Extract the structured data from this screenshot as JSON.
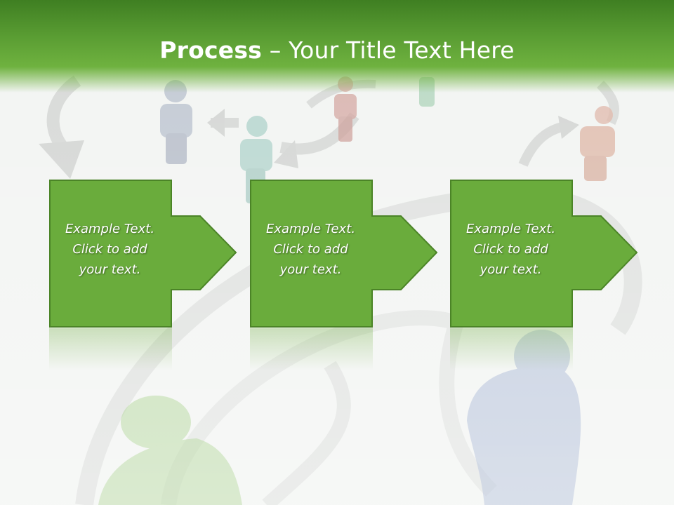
{
  "slide": {
    "title_bold": "Process",
    "title_rest": " – Your Title Text Here"
  },
  "colors": {
    "header_green": "#5a9d33",
    "box_green": "#6aac3c",
    "box_border": "#4b8427",
    "text": "#ffffff"
  },
  "steps": [
    {
      "text": "Example Text.\nClick  to add\nyour text."
    },
    {
      "text": "Example Text.\nClick  to add\nyour text."
    },
    {
      "text": "Example Text.\nClick  to add\nyour text."
    }
  ]
}
